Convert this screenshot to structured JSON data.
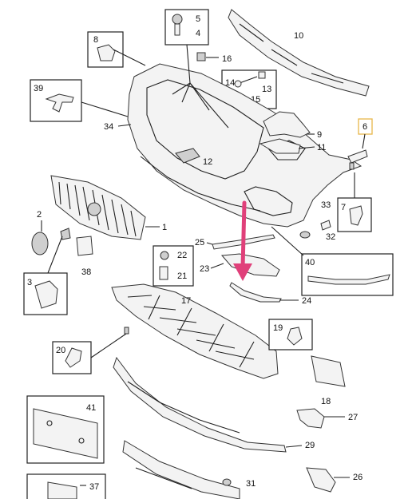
{
  "callouts": {
    "c1": "1",
    "c2": "2",
    "c3": "3",
    "c4": "4",
    "c5": "5",
    "c6": "6",
    "c7": "7",
    "c8": "8",
    "c9": "9",
    "c10": "10",
    "c11": "11",
    "c12": "12",
    "c13": "13",
    "c14": "14",
    "c15": "15",
    "c16": "16",
    "c17": "17",
    "c18": "18",
    "c19": "19",
    "c20": "20",
    "c21": "21",
    "c22": "22",
    "c23": "23",
    "c24": "24",
    "c25": "25",
    "c26": "26",
    "c27": "27",
    "c29": "29",
    "c31": "31",
    "c32": "32",
    "c33": "33",
    "c34": "34",
    "c37": "37",
    "c38": "38",
    "c39": "39",
    "c40": "40",
    "c41": "41"
  },
  "colors": {
    "highlight_arrow": "#e0407a",
    "highlight_box": "#e8b64a",
    "line": "#222222"
  },
  "highlight": {
    "callout": "6",
    "arrow": "down-arrow-to-part-24"
  }
}
